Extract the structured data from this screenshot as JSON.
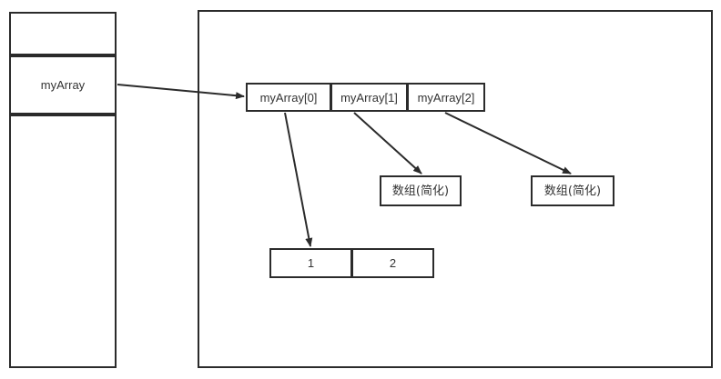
{
  "diagram": {
    "type": "memory-reference-diagram",
    "background_color": "#ffffff",
    "stroke_color": "#2b2b2b",
    "text_color": "#333333",
    "stack_region": {
      "label": "stack-region",
      "cells": [
        {
          "text": ""
        },
        {
          "text": "myArray"
        },
        {
          "text": ""
        }
      ]
    },
    "heap_region": {
      "label": "heap-region",
      "outer_array": {
        "cells": [
          {
            "text": "myArray[0]"
          },
          {
            "text": "myArray[1]"
          },
          {
            "text": "myArray[2]"
          }
        ]
      },
      "inner_array": {
        "cells": [
          {
            "text": "1"
          },
          {
            "text": "2"
          }
        ]
      },
      "simplified_boxes": [
        {
          "text": "数组(简化)"
        },
        {
          "text": "数组(简化)"
        }
      ]
    },
    "arrows": [
      {
        "name": "arrow-myarray-to-outer-array",
        "from": "myArray",
        "to": "myArray[0] row"
      },
      {
        "name": "arrow-element0-to-inner-array",
        "from": "myArray[0]",
        "to": "inner array [1,2]"
      },
      {
        "name": "arrow-element1-to-simplified-box-1",
        "from": "myArray[1]",
        "to": "数组(简化)"
      },
      {
        "name": "arrow-element2-to-simplified-box-2",
        "from": "myArray[2]",
        "to": "数组(简化)"
      }
    ]
  }
}
